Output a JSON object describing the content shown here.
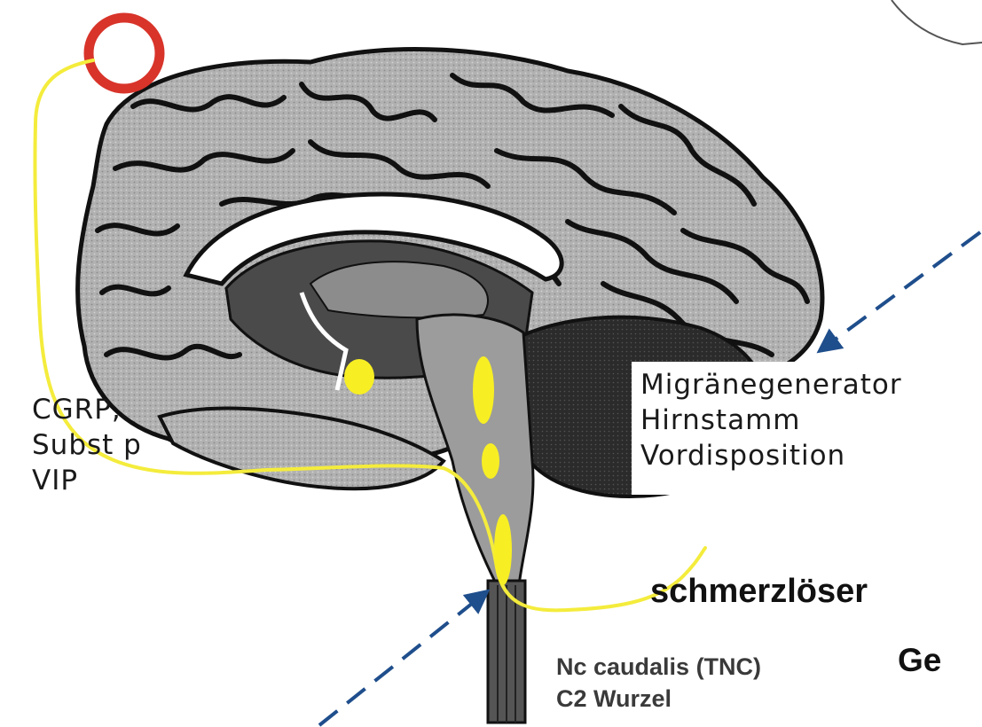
{
  "labels": {
    "neuropeptides": [
      "CGRP,",
      "Subst p",
      "VIP"
    ],
    "generator": [
      "Migränegenerator",
      "Hirnstamm",
      "Vordisposition"
    ],
    "pain_relief": "schmerzlöser",
    "ge_fragment": "Ge",
    "nucleus": [
      "Nc caudalis (TNC)",
      "C2 Wurzel"
    ]
  },
  "colors": {
    "nerve_yellow": "#f4ec3c",
    "nucleus_yellow": "#f7ef24",
    "red_ring": "#d8342a",
    "arrow_blue": "#1f4e8c",
    "cortex_gray": "#a4a4a4",
    "outline": "#111111"
  }
}
